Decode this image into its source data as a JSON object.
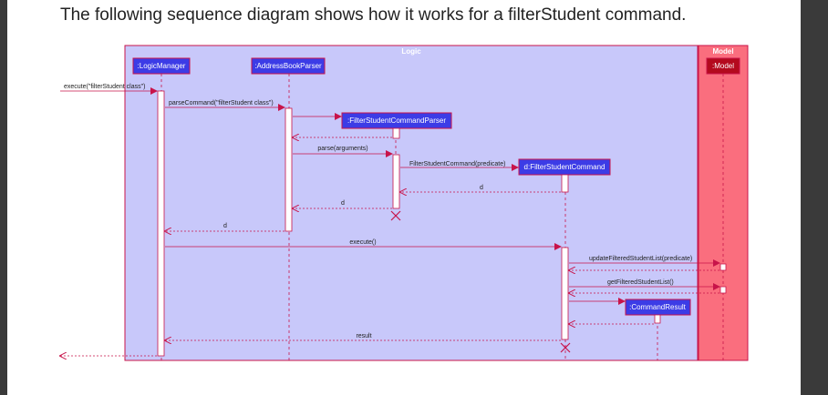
{
  "heading": "The following sequence diagram shows how it works for a filterStudent command.",
  "colors": {
    "logic_bg": "#c8c8fa",
    "model_bg": "#fa6e7e",
    "border": "#c8144a",
    "box_fill": "#3c3ce6",
    "model_box_fill": "#b40a1e",
    "arrow": "#c8144a"
  },
  "packages": {
    "logic": "Logic",
    "model": "Model"
  },
  "participants": {
    "logic_manager": ":LogicManager",
    "address_book_parser": ":AddressBookParser",
    "filter_parser": ":FilterStudentCommandParser",
    "filter_command": "d:FilterStudentCommand",
    "command_result": ":CommandResult",
    "model": ":Model"
  },
  "messages": {
    "execute_in": "execute(\"filterStudent class\")",
    "parse_command": "parseCommand(\"filterStudent class\")",
    "parse_arguments": "parse(arguments)",
    "create_command": "FilterStudentCommand(predicate)",
    "return_d_1": "d",
    "return_d_2": "d",
    "return_d_3": "d",
    "execute": "execute()",
    "update_list": "updateFilteredStudentList(predicate)",
    "get_list": "getFilteredStudentList()",
    "result": "result"
  }
}
